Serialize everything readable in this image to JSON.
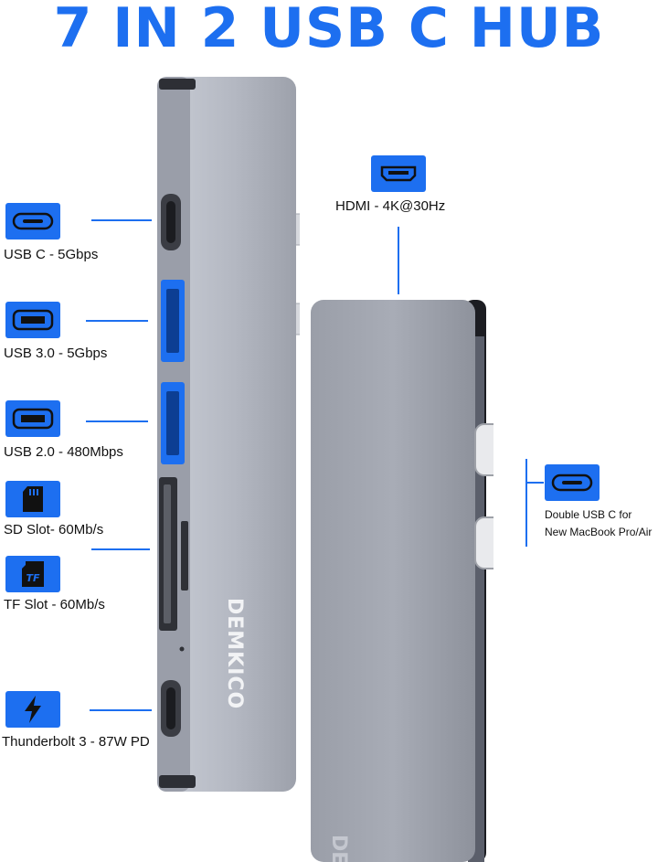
{
  "title": "7 IN 2 USB C HUB",
  "brand": "DEMKICO",
  "ports_left": [
    {
      "label": "USB C - 5Gbps",
      "icon": "usb-c-port-icon"
    },
    {
      "label": "USB 3.0 - 5Gbps",
      "icon": "usb-a-port-icon"
    },
    {
      "label": "USB 2.0 - 480Mbps",
      "icon": "usb-a-port-icon"
    },
    {
      "label": "SD Slot- 60Mb/s",
      "icon": "sd-card-icon"
    },
    {
      "label": "TF Slot - 60Mb/s",
      "icon": "tf-card-icon"
    },
    {
      "label": "Thunderbolt 3 - 87W PD",
      "icon": "lightning-icon"
    }
  ],
  "hdmi": {
    "label": "HDMI - 4K@30Hz",
    "icon": "hdmi-port-icon"
  },
  "double_usb_c": {
    "line1": "Double USB C for",
    "line2": "New MacBook Pro/Air",
    "icon": "usb-c-port-icon"
  },
  "tf_badge": "TF",
  "colors": {
    "accent": "#1d6ff0",
    "hub": "#a9adb8",
    "hub_dark": "#6b7080"
  }
}
